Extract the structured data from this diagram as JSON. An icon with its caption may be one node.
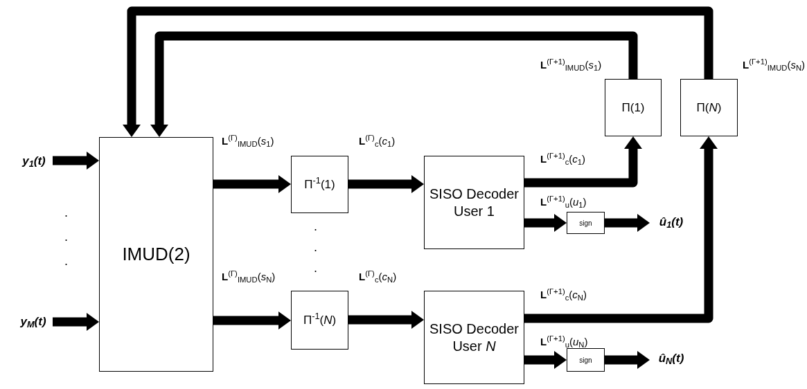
{
  "diagram": {
    "nodes": [
      {
        "text": [
          "*y*$_{1}$(*t*)"
        ]
      },
      {
        "text": [
          "*y*$_{M}$(*t*)"
        ]
      },
      {
        "text": [
          "IMUD(2)"
        ]
      },
      {
        "text": [
          "Π$^{-1}$(1)"
        ]
      },
      {
        "text": [
          "Π$^{-1}$(*N*)"
        ]
      },
      {
        "text": [
          "SISO Decoder User 1"
        ]
      },
      {
        "text": [
          "SISO Decoder User *N*"
        ]
      },
      {
        "text": [
          "Π(1)"
        ]
      },
      {
        "text": [
          "Π(*N*)"
        ]
      },
      {
        "text": [
          "sign"
        ]
      },
      {
        "text": [
          "sign"
        ]
      },
      {
        "text": [
          "*û*$_{1}$(*t*)"
        ]
      },
      {
        "text": [
          "*û*$_{N}$(*t*)"
        ]
      }
    ],
    "edges": [
      {
        "from": 0,
        "to": 2,
        "arrow": "to"
      },
      {
        "from": 1,
        "to": 2,
        "arrow": "to"
      },
      {
        "from": 2,
        "to": 3,
        "arrow": "to",
        "label": "**L**$^{(Γ)}$$_{IMUD}$(*s*$_{1}$)"
      },
      {
        "from": 2,
        "to": 4,
        "arrow": "to",
        "label": "**L**$^{(Γ)}$$_{IMUD}$(*s*$_{N}$)"
      },
      {
        "from": 3,
        "to": 5,
        "arrow": "to",
        "label": "**L**$^{(Γ)}$$_{c}$(*c*$_{1}$)"
      },
      {
        "from": 4,
        "to": 6,
        "arrow": "to",
        "label": "**L**$^{(Γ)}$$_{c}$(*c*$_{N}$)"
      },
      {
        "from": 5,
        "to": 7,
        "arrow": "to",
        "label": "**L**$^{(Γ+1)}$$_{c}$(*c*$_{1}$)"
      },
      {
        "from": 6,
        "to": 8,
        "arrow": "to",
        "label": "**L**$^{(Γ+1)}$$_{c}$(*c*$_{N}$)"
      },
      {
        "from": 7,
        "to": 2,
        "arrow": "to",
        "label": "**L**$^{(Γ+1)}$$_{IMUD}$(*s*$_{1}$)"
      },
      {
        "from": 8,
        "to": 2,
        "arrow": "to",
        "label": "**L**$^{(Γ+1)}$$_{IMUD}$(*s*$_{N}$)"
      },
      {
        "from": 5,
        "to": 9,
        "arrow": "to",
        "label": "**L**$^{(Γ+1)}$$_{u}$(*u*$_{1}$)"
      },
      {
        "from": 6,
        "to": 10,
        "arrow": "to",
        "label": "**L**$^{(Γ+1)}$$_{u}$(*u*$_{N}$)"
      },
      {
        "from": 9,
        "to": 11,
        "arrow": "to"
      },
      {
        "from": 10,
        "to": 12,
        "arrow": "to"
      }
    ],
    "labels": [
      ".",
      ".",
      ".",
      ".",
      ".",
      "."
    ]
  }
}
